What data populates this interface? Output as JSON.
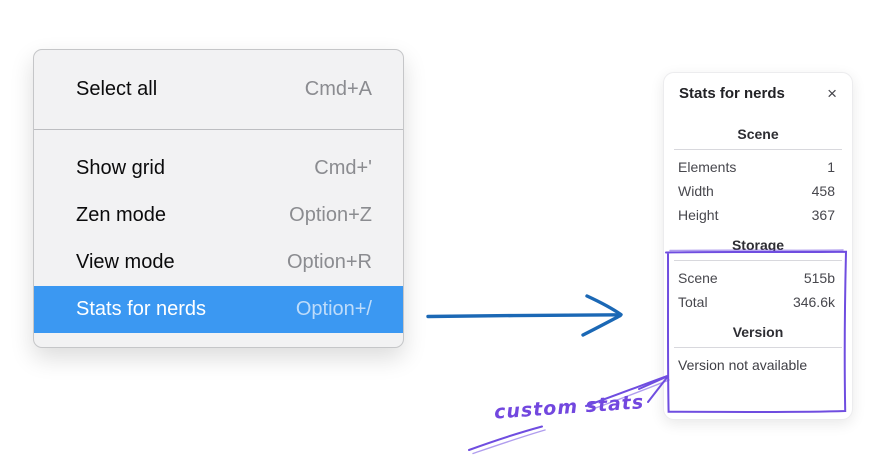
{
  "colors": {
    "menu_highlight": "#3b98f2",
    "arrow_blue": "#1b68b5",
    "annotation_purple": "#6f4de0"
  },
  "context_menu": {
    "sections": [
      {
        "items": [
          {
            "label": "Select all",
            "shortcut": "Cmd+A",
            "highlighted": false
          }
        ]
      },
      {
        "items": [
          {
            "label": "Show grid",
            "shortcut": "Cmd+'",
            "highlighted": false
          },
          {
            "label": "Zen mode",
            "shortcut": "Option+Z",
            "highlighted": false
          },
          {
            "label": "View mode",
            "shortcut": "Option+R",
            "highlighted": false
          },
          {
            "label": "Stats for nerds",
            "shortcut": "Option+/",
            "highlighted": true
          }
        ]
      }
    ]
  },
  "stats_panel": {
    "title": "Stats for nerds",
    "close_icon": "×",
    "sections": [
      {
        "heading": "Scene",
        "rows": [
          {
            "label": "Elements",
            "value": "1"
          },
          {
            "label": "Width",
            "value": "458"
          },
          {
            "label": "Height",
            "value": "367"
          }
        ]
      },
      {
        "heading": "Storage",
        "rows": [
          {
            "label": "Scene",
            "value": "515b"
          },
          {
            "label": "Total",
            "value": "346.6k"
          }
        ]
      },
      {
        "heading": "Version",
        "note": "Version not available"
      }
    ]
  },
  "annotations": {
    "custom_stats_label": "custom stats"
  }
}
